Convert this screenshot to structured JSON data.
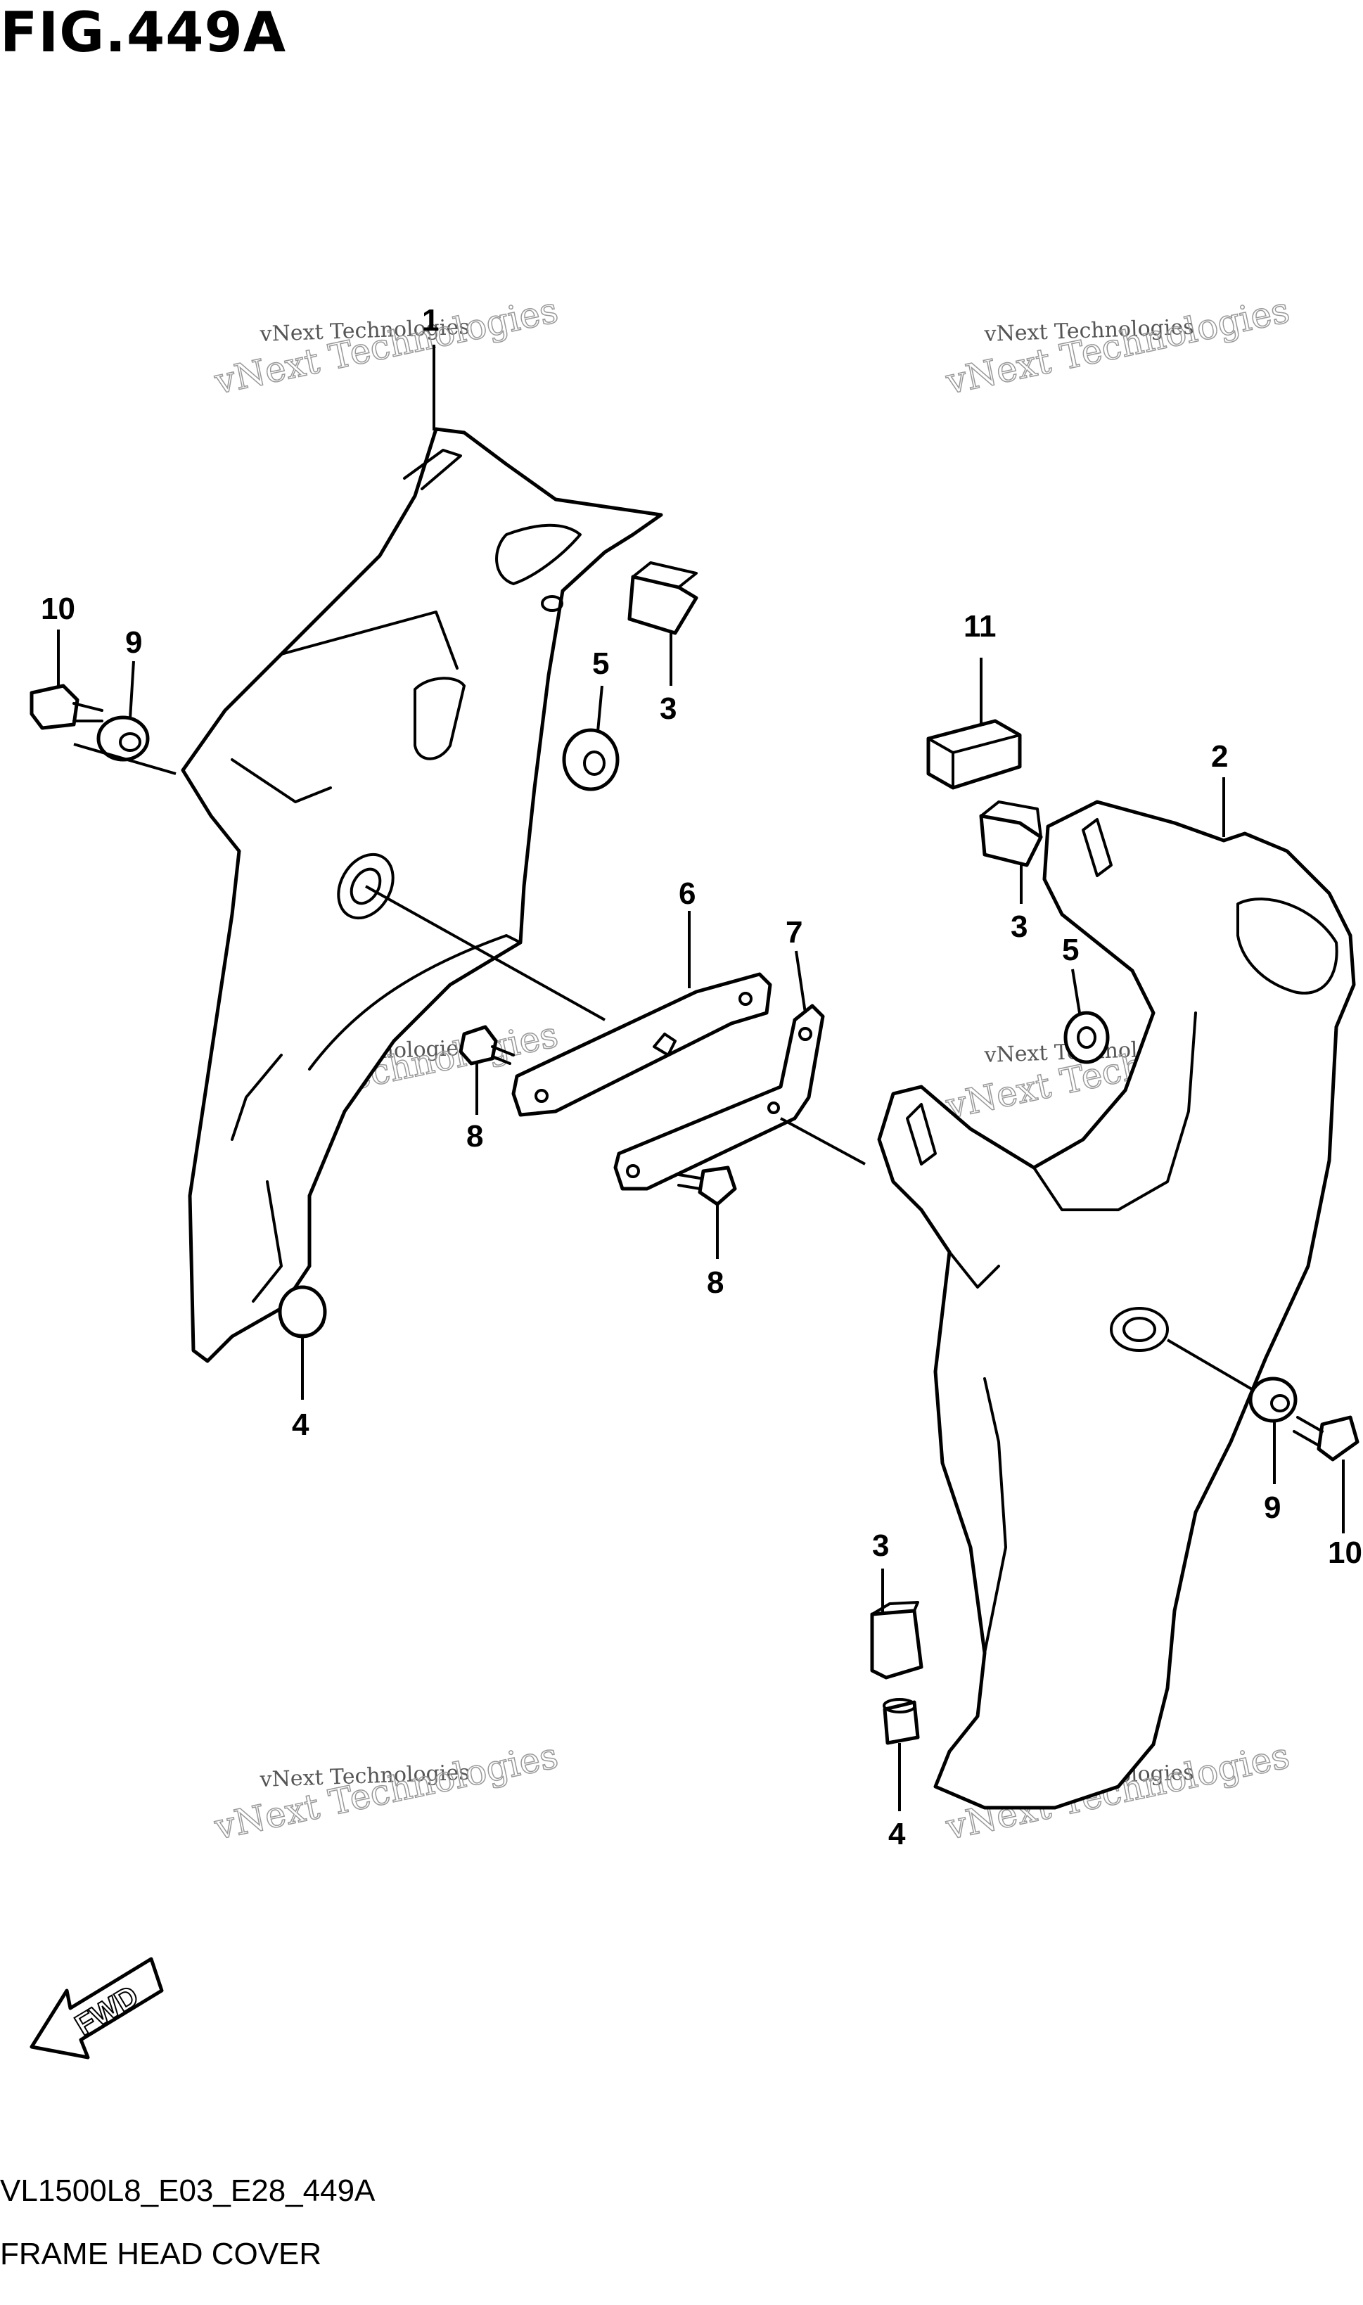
{
  "figure": {
    "title": "FIG.449A",
    "code": "VL1500L8_E03_E28_449A",
    "name": "FRAME HEAD COVER",
    "direction_label": "FWD"
  },
  "callouts": [
    "1",
    "2",
    "3",
    "3",
    "3",
    "4",
    "4",
    "5",
    "5",
    "6",
    "7",
    "8",
    "8",
    "9",
    "9",
    "10",
    "10",
    "11"
  ],
  "watermarks": [
    {
      "small": "vNext Technologies",
      "big": "vNext Technologies"
    },
    {
      "small": "vNext Technologies",
      "big": "vNext Technologies"
    },
    {
      "small": "vNext Technologies",
      "big": "vNext Technologies"
    },
    {
      "small": "vNext Technologies",
      "big": "vNext Technologies"
    },
    {
      "small": "vNext Technologies",
      "big": "vNext Technologies"
    },
    {
      "small": "vNext Technologies",
      "big": "vNext Technologies"
    }
  ]
}
